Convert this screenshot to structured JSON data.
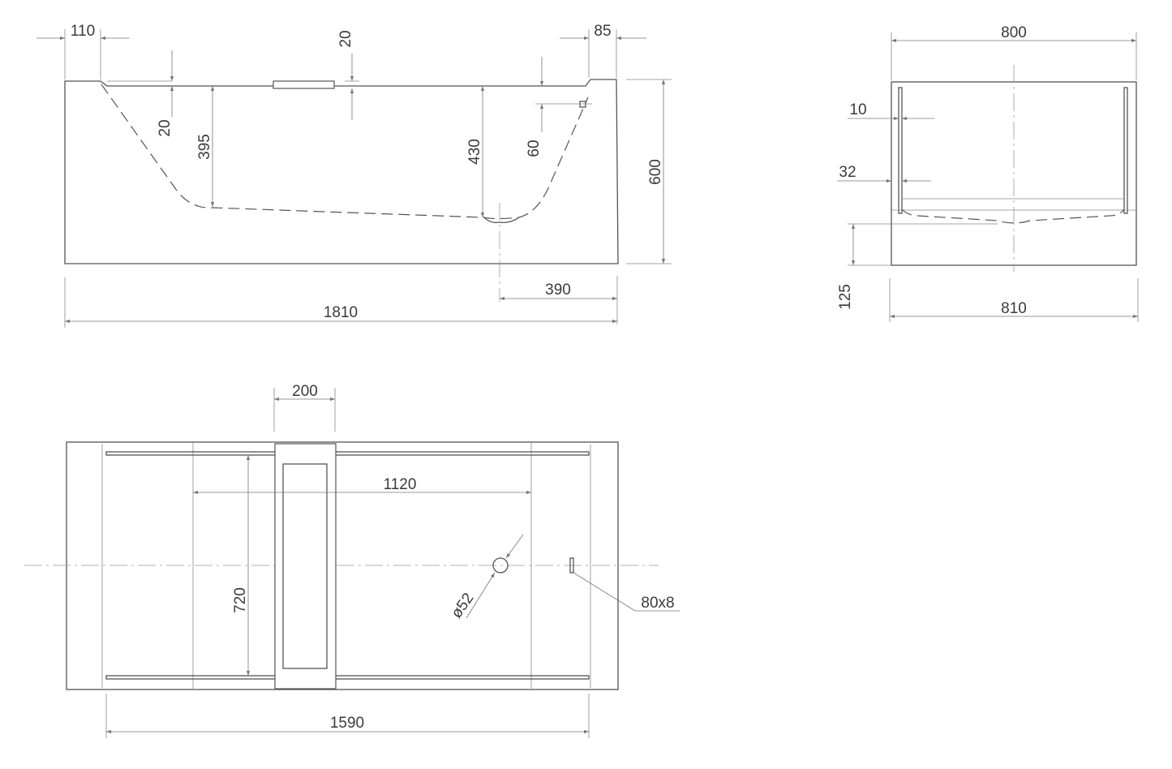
{
  "views": {
    "side": {
      "overall_length": "1810",
      "overall_height": "600",
      "left_wall": "110",
      "right_wall": "85",
      "rim_step": "20",
      "left_slope_offset": "20",
      "depth_left": "395",
      "depth_right": "430",
      "overflow_height": "60",
      "drain_offset": "390",
      "top_shelf": "20"
    },
    "end": {
      "top_width": "800",
      "bottom_width": "810",
      "rail_thickness": "10",
      "rail_offset": "32",
      "base_height": "125"
    },
    "plan": {
      "shelf_width": "200",
      "inner_length": "1120",
      "inner_width": "720",
      "drain": "ø52",
      "overflow": "80x8",
      "rail_length": "1590"
    }
  },
  "colors": {
    "line": "#555555",
    "dim": "#777777",
    "text": "#3a3a3a",
    "background": "#ffffff"
  }
}
